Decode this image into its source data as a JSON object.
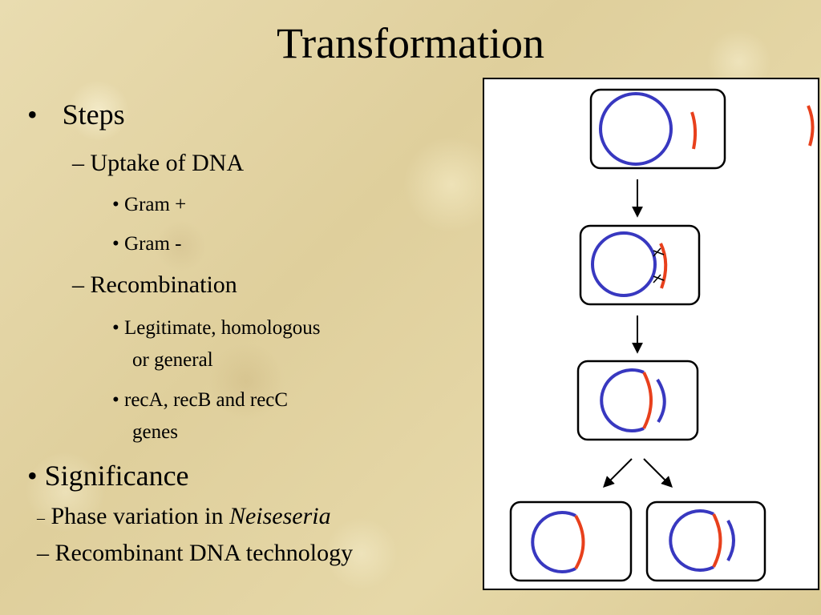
{
  "slide": {
    "title": "Transformation"
  },
  "outline": {
    "steps": {
      "bullet": "•",
      "label": "Steps"
    },
    "uptake": {
      "dash": "–",
      "label": "Uptake of DNA"
    },
    "gram_pos": {
      "bullet": "•",
      "label": "Gram +"
    },
    "gram_neg": {
      "bullet": "•",
      "label": "Gram -"
    },
    "recombination": {
      "dash": "–",
      "label": "Recombination"
    },
    "legit": {
      "bullet": "•",
      "line1": "Legitimate, homologous",
      "line2": "or general"
    },
    "rec_genes": {
      "bullet": "•",
      "line1": "recA, recB and recC",
      "line2": "genes"
    },
    "significance": {
      "bullet": "•",
      "label": "Significance"
    },
    "phase": {
      "dash": "–",
      "label_prefix": "Phase variation in ",
      "label_italic": "Neiseseria"
    },
    "recombinant": {
      "dash": "–",
      "label": "Recombinant DNA technology"
    }
  },
  "diagram": {
    "host_dna_color": "#3838c0",
    "donor_dna_color": "#e8401c",
    "cell_outline_color": "#000000",
    "arrow_color": "#000000",
    "stages": [
      "donor-fragment-uptake",
      "homologous-pairing",
      "strand-exchange",
      "cell-division"
    ]
  }
}
